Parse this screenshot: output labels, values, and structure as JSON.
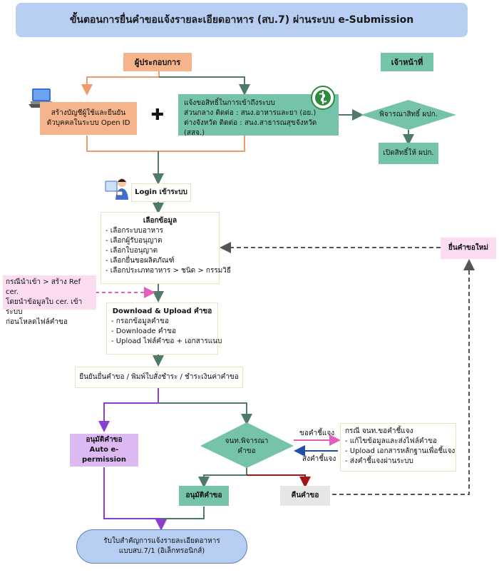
{
  "title": "ขั้นตอนการยื่นคำขอแจ้งรายละเอียดอาหาร (สบ.7) ผ่านระบบ e-Submission",
  "operator_header": "ผู้ประกอบการ",
  "officer_header": "เจ้าหน้าที่",
  "openid_box": [
    "สร้างบัญชีผู้ใช้และยืนยัน",
    "ตัวบุคคลในระบบ Open ID"
  ],
  "plus": "✚",
  "access_box": [
    "แจ้งขอสิทธิ์ในการเข้าถึงระบบ",
    "ส่วนกลาง ติดต่อ : สนง.อาหารและยา (อย.)",
    "ต่างจังหวัด ติดต่อ : สนง.สาธารณสุขจังหวัด (สสจ.)"
  ],
  "consider_rights": "พิจารณาสิทธิ์ ผปก.",
  "grant_rights": "เปิดสิทธิ์ให้ ผปก.",
  "login": "Login เข้าระบบ",
  "select_box": {
    "title": "เลือกข้อมูล",
    "items": [
      "เลือกระบบอาหาร",
      "เลือกผู้รับอนุญาต",
      "เลือกใบอนุญาต",
      "เลือกยื่นขอผลิตภัณฑ์",
      "เลือกประเภทอาหาร > ชนิด > กรรมวิธี"
    ]
  },
  "resubmit": "ยื่นคำขอใหม่",
  "import_note": [
    "กรณีนำเข้า > สร้าง Ref cer.",
    "โดยนำข้อมูลใบ cer. เข้าระบบ",
    "ก่อนโหลดไฟล์คำขอ"
  ],
  "download_box": {
    "title": "Download & Upload คำขอ",
    "items": [
      "กรอกข้อมูลคำขอ",
      "Downloade คำขอ",
      "Upload ไฟล์คำขอ + เอกสารแนบ"
    ]
  },
  "confirm": "ยืนยันยื่นคำขอ / พิมพ์ใบสั่งชำระ / ชำระเงินค่าคำขอ",
  "auto_box": [
    "อนุมัติคำขอ",
    "Auto e-permission"
  ],
  "officer_consider": [
    "จนท.พิจารณา",
    "คำขอ"
  ],
  "request_clarify": "ขอคำชี้แจง",
  "send_clarify": "ส่งคำชี้แจง",
  "clarify_box": {
    "title": "กรณี จนท.ขอคำชี้แจง",
    "items": [
      "แก้ไขข้อมูลและส่งไฟล์คำขอ",
      "Upload เอกสารหลักฐานเพื่อชี้แจง",
      "ส่งคำชี้แจงผ่านระบบ"
    ]
  },
  "approve": "อนุมัติคำขอ",
  "return": "คืนคำขอ",
  "receipt": [
    "รับใบสำคัญการแจ้งรายละเอียดอาหาร",
    "แบบสบ.7/1 (อิเล็กทรอนิกส์)"
  ],
  "colors": {
    "salmon": "#f6b48c",
    "teal": "#76c3ab",
    "pink": "#fbdcf1",
    "purple": "#8b3fcf",
    "dark_red": "#a31515",
    "blue_arrow": "#1f4fa8",
    "magenta_arrow": "#e35fbf"
  }
}
